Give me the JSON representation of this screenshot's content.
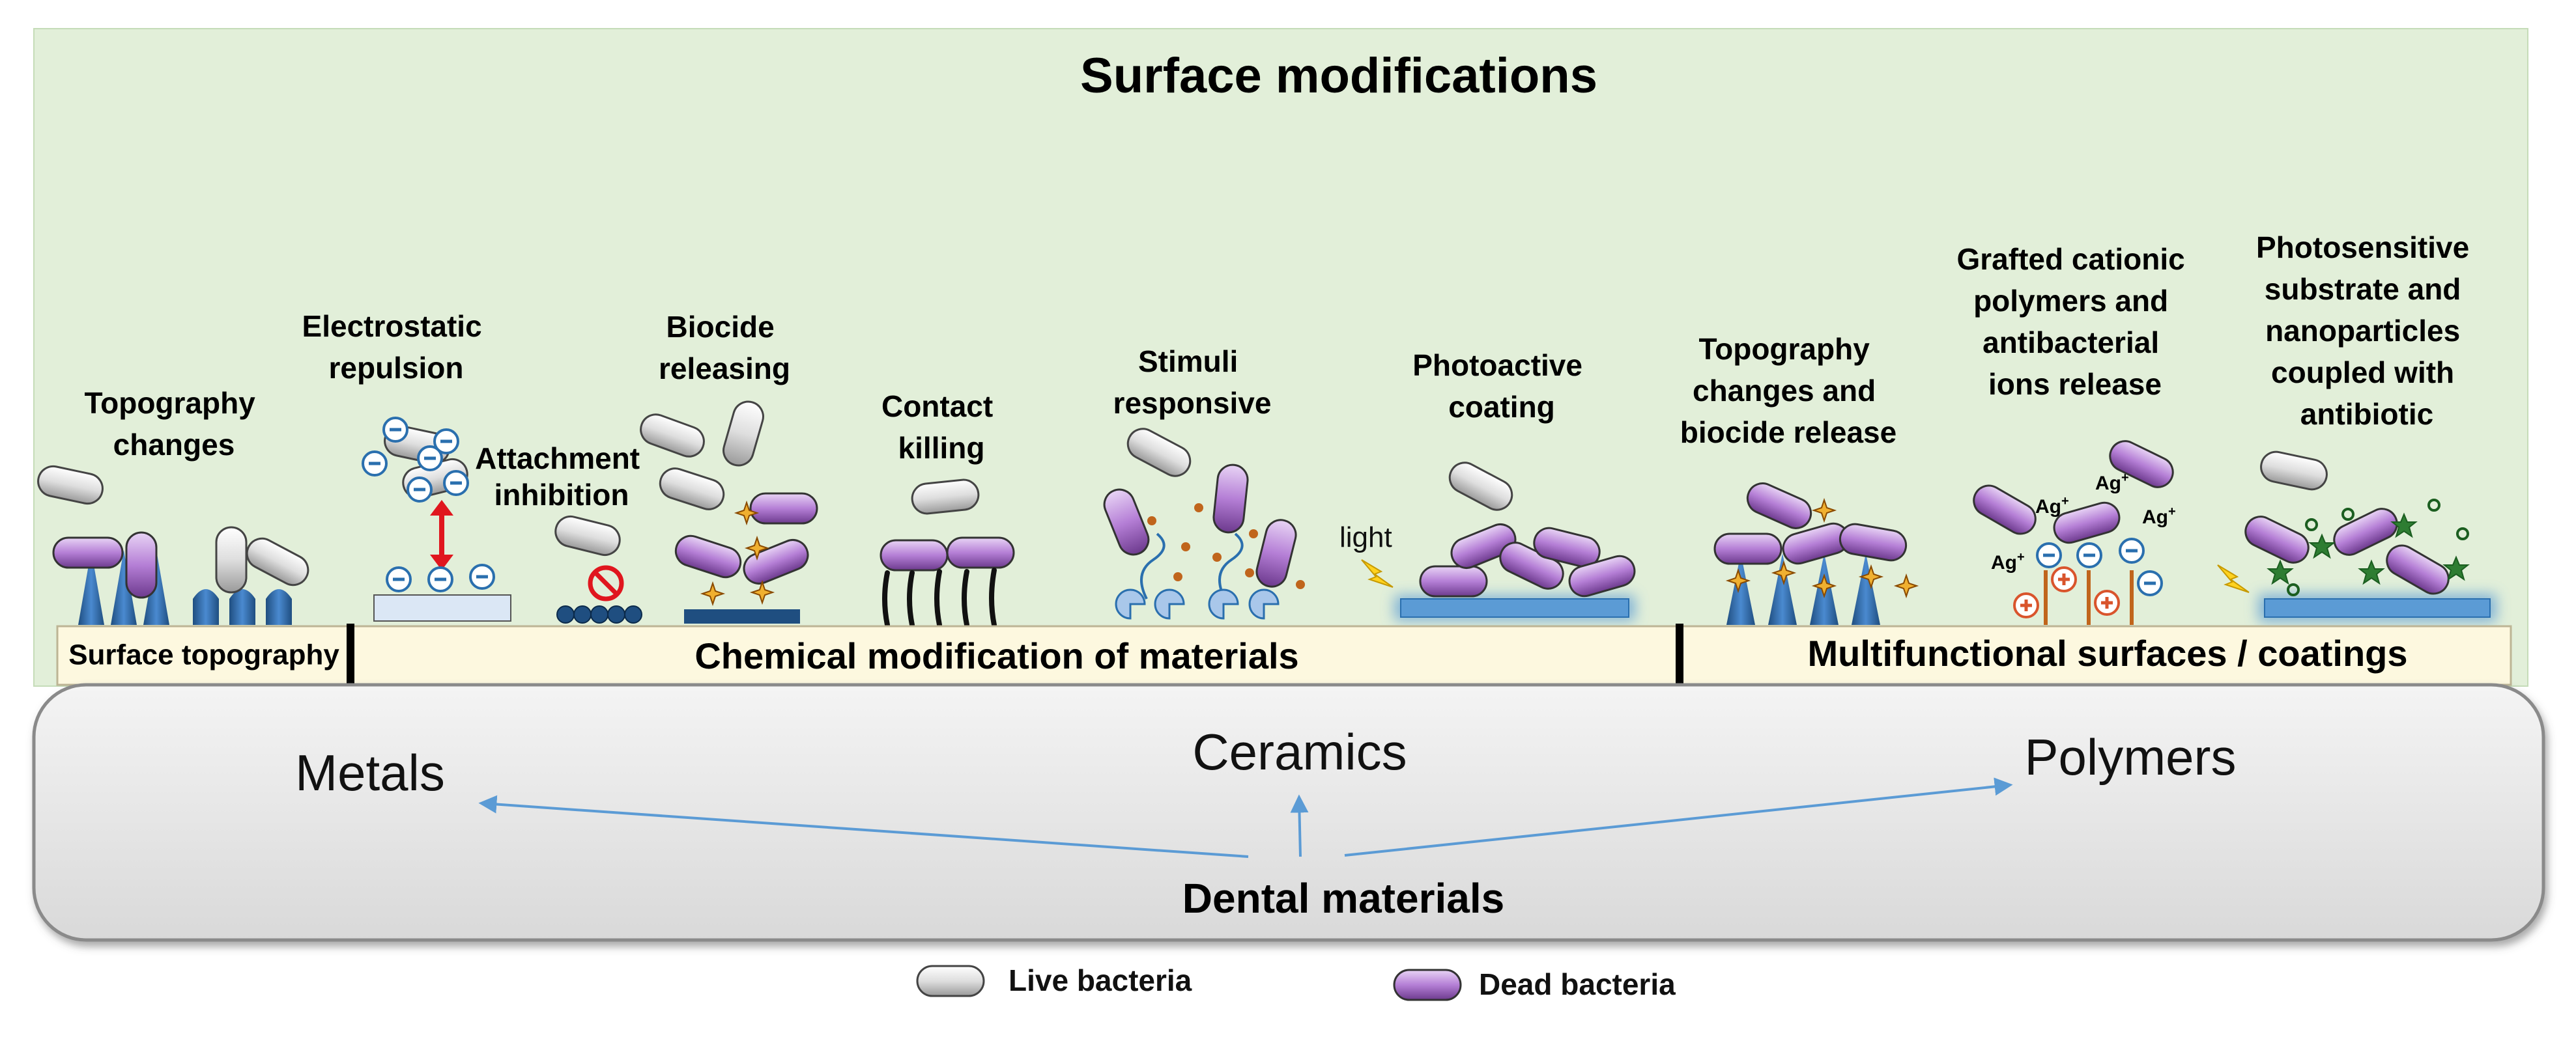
{
  "title": "Surface modifications",
  "categories": [
    {
      "lines": [
        "Topography",
        "changes"
      ]
    },
    {
      "lines": [
        "Electrostatic",
        "repulsion"
      ]
    },
    {
      "lines": [
        "Attachment",
        "inhibition"
      ]
    },
    {
      "lines": [
        "Biocide",
        "releasing"
      ]
    },
    {
      "lines": [
        "Contact",
        "killing"
      ]
    },
    {
      "lines": [
        "Stimuli",
        "responsive"
      ]
    },
    {
      "lines": [
        "Photoactive",
        "coating"
      ]
    },
    {
      "lines": [
        "Topography",
        "changes and",
        "biocide release"
      ]
    },
    {
      "lines": [
        "Grafted cationic",
        "polymers and",
        "antibacterial",
        "ions release"
      ]
    },
    {
      "lines": [
        "Photosensitive",
        "substrate and",
        "nanoparticles",
        "coupled with",
        "antibiotic"
      ]
    }
  ],
  "light_label": "light",
  "ion_label": "Ag",
  "ion_charge": "+",
  "bands": [
    {
      "label": "Surface topography"
    },
    {
      "label": "Chemical modification of materials"
    },
    {
      "label": "Multifunctional surfaces / coatings"
    }
  ],
  "materials": [
    "Metals",
    "Ceramics",
    "Polymers"
  ],
  "base_label": "Dental materials",
  "legend": [
    {
      "label": "Live bacteria",
      "color": "#d8d8d8"
    },
    {
      "label": "Dead bacteria",
      "color": "#b57fd6"
    }
  ],
  "colors": {
    "panel_bg": "#e2efd9",
    "band_bg": "#fdf8df",
    "base_bg": "#e6e6e6",
    "live_bacteria": "#d8d8d8",
    "dead_bacteria": "#b57fd6",
    "spike": "#2e6fb0",
    "arrow": "#5b9bd5",
    "repulsion_arrow": "#e0161e"
  }
}
